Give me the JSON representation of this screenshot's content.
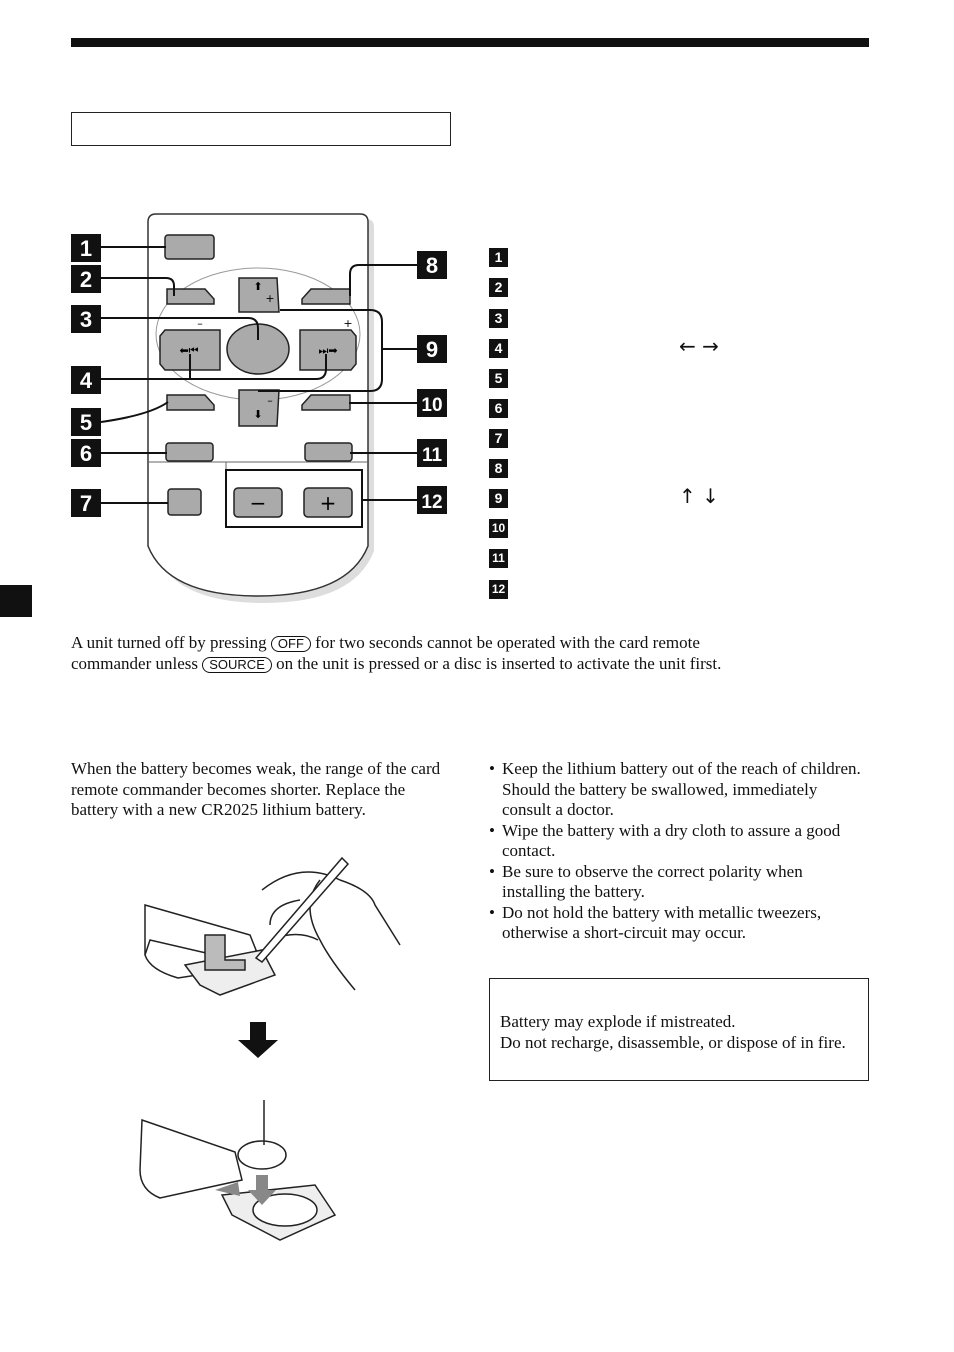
{
  "remote_labels": {
    "minus": "–",
    "plus": "+",
    "vol_minus": "−",
    "vol_plus": "+"
  },
  "callout_numbers": [
    "1",
    "2",
    "3",
    "4",
    "5",
    "6",
    "7",
    "8",
    "9",
    "10",
    "11",
    "12"
  ],
  "legend": {
    "items": [
      {
        "num": "1",
        "extra": ""
      },
      {
        "num": "2",
        "extra": ""
      },
      {
        "num": "3",
        "extra": ""
      },
      {
        "num": "4",
        "extra": "← →"
      },
      {
        "num": "5",
        "extra": ""
      },
      {
        "num": "6",
        "extra": ""
      },
      {
        "num": "7",
        "extra": ""
      },
      {
        "num": "8",
        "extra": ""
      },
      {
        "num": "9",
        "extra": "↑ ↓"
      },
      {
        "num": "10",
        "extra": ""
      },
      {
        "num": "11",
        "extra": ""
      },
      {
        "num": "12",
        "extra": ""
      }
    ]
  },
  "note": {
    "part1": "A unit turned off by pressing",
    "key_off": "OFF",
    "part2": "for two seconds cannot be operated with the card remote",
    "part3": "commander unless",
    "key_source": "SOURCE",
    "part4": "on the unit is pressed or a disc is inserted to activate the unit first."
  },
  "battery_text": "When the battery becomes weak, the range of the card remote commander becomes shorter. Replace the battery with a new CR2025 lithium battery.",
  "bullets": [
    "Keep the lithium battery out of the reach of children. Should the battery be swallowed, immediately consult a doctor.",
    "Wipe the battery with a dry cloth to assure a good contact.",
    "Be sure to observe the correct polarity when installing the battery.",
    "Do not hold the battery with metallic tweezers, otherwise a short-circuit may occur."
  ],
  "caution": {
    "line1": "Battery may explode if mistreated.",
    "line2": "Do not recharge, disassemble, or dispose of in fire."
  }
}
